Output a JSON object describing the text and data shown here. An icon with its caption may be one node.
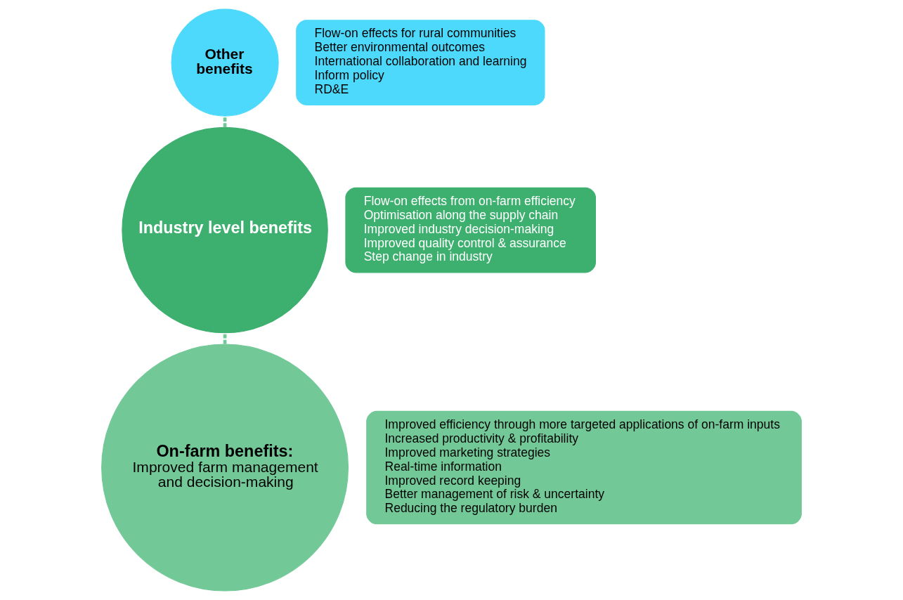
{
  "diagram": {
    "nodes": [
      {
        "text": [
          "Other benefits"
        ]
      },
      {
        "text": [
          "Flow-on effects for rural communities",
          "Better environmental outcomes",
          "International collaboration and learning",
          "Inform policy",
          "RD&E"
        ]
      },
      {
        "text": [
          "Industry level benefits"
        ]
      },
      {
        "text": [
          "Flow-on effects from on-farm efficiency",
          "Optimisation along the supply chain",
          "Improved industry decision-making",
          "Improved quality control & assurance",
          "Step change in industry"
        ]
      },
      {
        "text": [
          "On-farm benefits:",
          "Improved farm management and decision-making"
        ]
      },
      {
        "text": [
          "Improved efficiency through more targeted applications of on-farm inputs",
          "Increased productivity & profitability",
          "Improved marketing strategies",
          "Real-time information",
          "Improved record keeping",
          "Better management of risk & uncertainty",
          "Reducing the regulatory burden"
        ]
      }
    ],
    "edges": [
      {
        "from": 4,
        "to": 2,
        "arrow": "none",
        "style": "dashed"
      },
      {
        "from": 2,
        "to": 0,
        "arrow": "none",
        "style": "dashed"
      }
    ]
  }
}
